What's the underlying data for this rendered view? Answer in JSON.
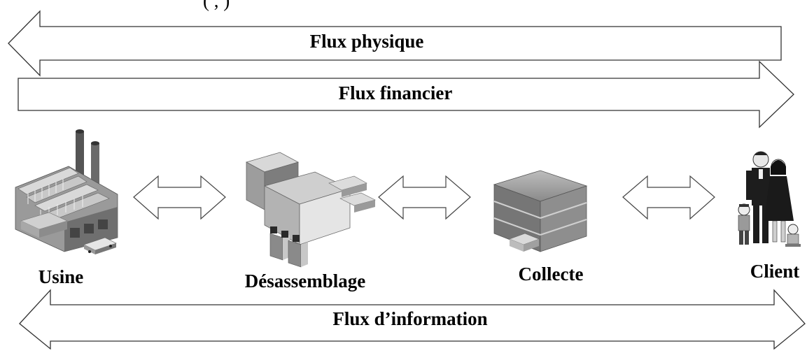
{
  "header_fragment": "(            ,           )",
  "flows": {
    "physique": "Flux physique",
    "financier": "Flux financier",
    "information": "Flux d’information"
  },
  "nodes": {
    "usine": "Usine",
    "desassemblage": "Désassemblage",
    "collecte": "Collecte",
    "client": "Client"
  }
}
